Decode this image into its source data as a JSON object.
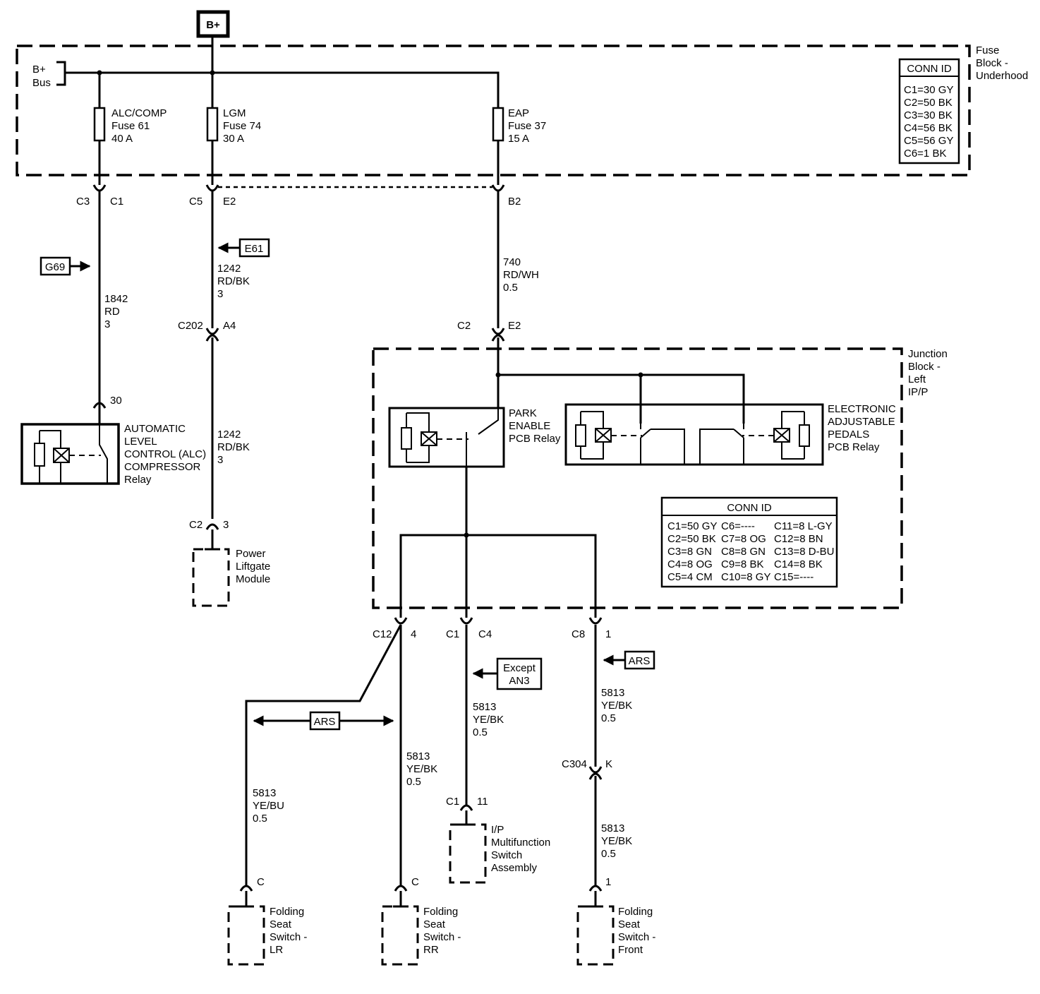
{
  "source": {
    "label": "B+"
  },
  "fuse_block": {
    "title": [
      "Fuse",
      "Block -",
      "Underhood"
    ],
    "bus_label": [
      "B+",
      "Bus"
    ],
    "conn_id": {
      "title": "CONN ID",
      "rows": [
        "C1=30 GY",
        "C2=50 BK",
        "C3=30 BK",
        "C4=56 BK",
        "C5=56 GY",
        "C6=1 BK"
      ]
    }
  },
  "fuses": [
    {
      "lines": [
        "ALC/COMP",
        "Fuse 61",
        "40 A"
      ]
    },
    {
      "lines": [
        "LGM",
        "Fuse 74",
        "30 A"
      ]
    },
    {
      "lines": [
        "EAP",
        "Fuse 37",
        "15 A"
      ]
    }
  ],
  "connectors": {
    "alc_top": {
      "conn": "C3",
      "pin": "C1"
    },
    "lgm_top": {
      "conn": "C5",
      "pin": "E2"
    },
    "eap_top": {
      "pin": "B2"
    },
    "c202": {
      "conn": "C202",
      "pin": "A4"
    },
    "jb_in": {
      "conn": "C2",
      "pin": "E2"
    },
    "relay_30": {
      "pin": "30"
    },
    "plg": {
      "conn": "C2",
      "pin": "3"
    },
    "c12": {
      "conn": "C12",
      "pin": "4"
    },
    "c1c4": {
      "conn": "C1",
      "pin": "C4"
    },
    "c8": {
      "conn": "C8",
      "pin": "1"
    },
    "c304": {
      "conn": "C304",
      "pin": "K"
    },
    "ip_sw": {
      "conn": "C1",
      "pin": "11"
    },
    "lr_pin": {
      "pin": "C"
    },
    "rr_pin": {
      "pin": "C"
    },
    "front_pin": {
      "pin": "1"
    }
  },
  "refs": {
    "g69": "G69",
    "e61": "E61",
    "except_an3": [
      "Except",
      "AN3"
    ],
    "ars_front": "ARS",
    "ars_bidir": "ARS"
  },
  "wires": {
    "w1842": [
      "1842",
      "RD",
      "3"
    ],
    "w1242a": [
      "1242",
      "RD/BK",
      "3"
    ],
    "w1242b": [
      "1242",
      "RD/BK",
      "3"
    ],
    "w740": [
      "740",
      "RD/WH",
      "0.5"
    ],
    "w5813_bu": [
      "5813",
      "YE/BU",
      "0.5"
    ],
    "w5813_rr": [
      "5813",
      "YE/BK",
      "0.5"
    ],
    "w5813_ip": [
      "5813",
      "YE/BK",
      "0.5"
    ],
    "w5813_f1": [
      "5813",
      "YE/BK",
      "0.5"
    ],
    "w5813_f2": [
      "5813",
      "YE/BK",
      "0.5"
    ]
  },
  "components": {
    "alc_relay": [
      "AUTOMATIC",
      "LEVEL",
      "CONTROL (ALC)",
      "COMPRESSOR",
      "Relay"
    ],
    "power_liftgate": [
      "Power",
      "Liftgate",
      "Module"
    ],
    "park_relay": [
      "PARK",
      "ENABLE",
      "PCB Relay"
    ],
    "eap_relay": [
      "ELECTRONIC",
      "ADJUSTABLE",
      "PEDALS",
      "PCB Relay"
    ],
    "ip_switch": [
      "I/P",
      "Multifunction",
      "Switch",
      "Assembly"
    ],
    "seat_lr": [
      "Folding",
      "Seat",
      "Switch -",
      "LR"
    ],
    "seat_rr": [
      "Folding",
      "Seat",
      "Switch -",
      "RR"
    ],
    "seat_front": [
      "Folding",
      "Seat",
      "Switch -",
      "Front"
    ]
  },
  "junction_block": {
    "title": [
      "Junction",
      "Block -",
      "Left",
      "IP/P"
    ],
    "conn_id": {
      "title": "CONN ID",
      "rows": [
        [
          "C1=50 GY",
          "C6=----",
          "C11=8 L-GY"
        ],
        [
          "C2=50 BK",
          "C7=8 OG",
          "C12=8 BN"
        ],
        [
          "C3=8 GN",
          "C8=8 GN",
          "C13=8 D-BU"
        ],
        [
          "C4=8 OG",
          "C9=8 BK",
          "C14=8 BK"
        ],
        [
          "C5=4 CM",
          "C10=8 GY",
          "C15=----"
        ]
      ]
    }
  }
}
